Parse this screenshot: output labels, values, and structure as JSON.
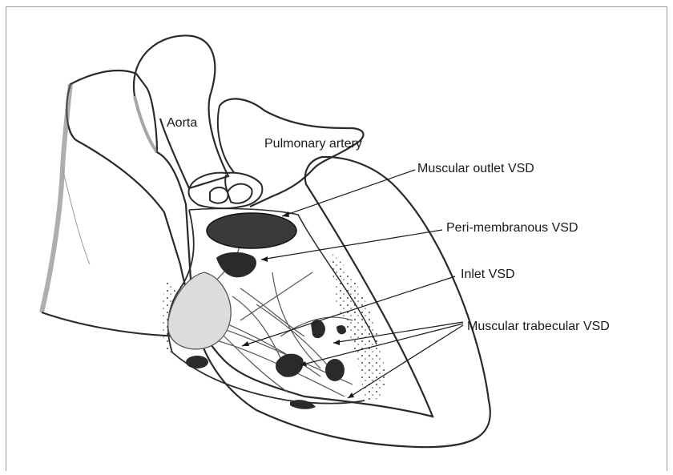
{
  "labels": {
    "aorta": "Aorta",
    "pulmonary_artery": "Pulmonary artery",
    "muscular_outlet": "Muscular outlet VSD",
    "perimembranous": "Peri-membranous VSD",
    "inlet": "Inlet VSD",
    "muscular_trabecular": "Muscular trabecular VSD"
  },
  "colors": {
    "ink": "#1a1a1a",
    "shading": "#6b6b6b",
    "defect": "#2a2a2a"
  }
}
